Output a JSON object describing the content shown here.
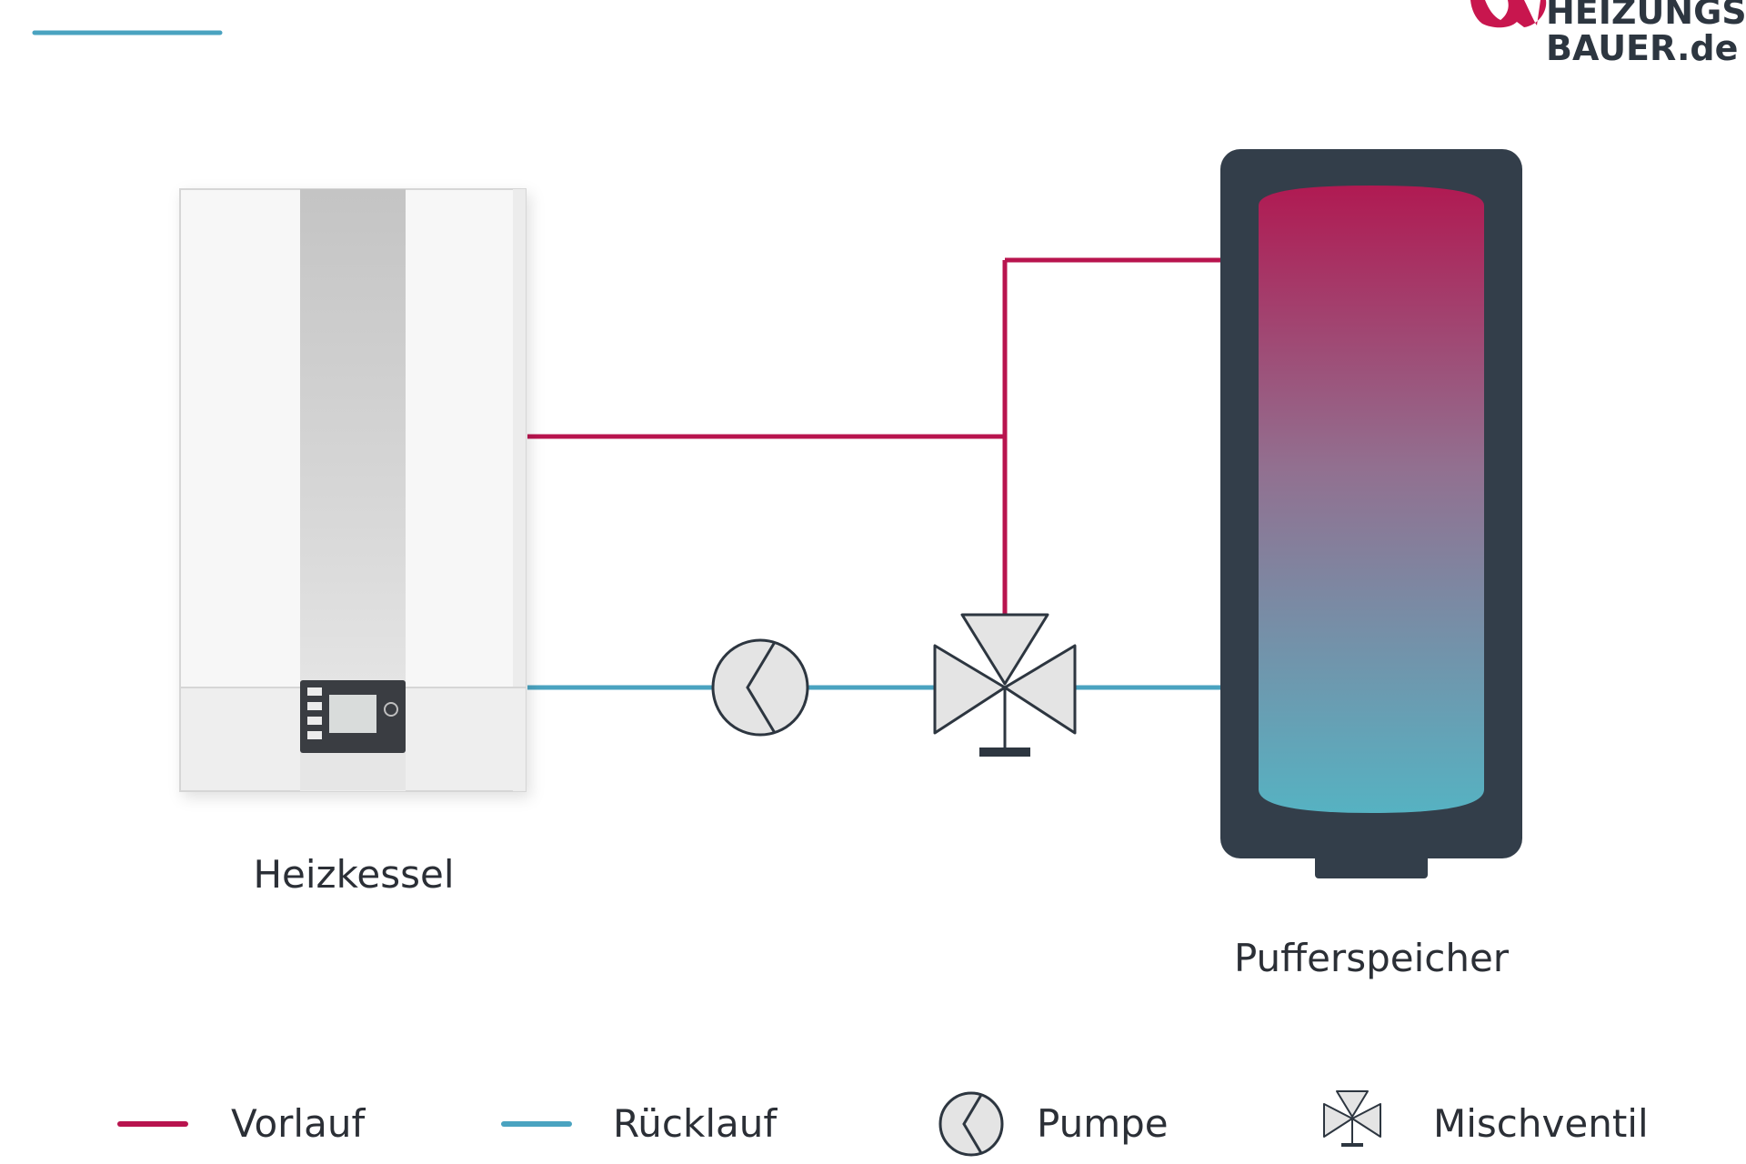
{
  "colors": {
    "vorlauf": "#b8144e",
    "ruecklauf": "#4aa3c0",
    "tank_shell": "#333e4a",
    "tank_hot": "#b01a52",
    "tank_cold": "#56b2c2",
    "symbol_fill": "#e4e4e4",
    "symbol_stroke": "#2d3640",
    "accent_line": "#4aa3c0",
    "logo_flame": "#c8164e",
    "logo_text": "#2d3640"
  },
  "logo": {
    "line1": "HEIZUNGS",
    "line2": "BAUER.de"
  },
  "components": {
    "boiler_label": "Heizkessel",
    "tank_label": "Pufferspeicher"
  },
  "legend": {
    "vorlauf": "Vorlauf",
    "ruecklauf": "Rücklauf",
    "pumpe": "Pumpe",
    "mischventil": "Mischventil"
  }
}
